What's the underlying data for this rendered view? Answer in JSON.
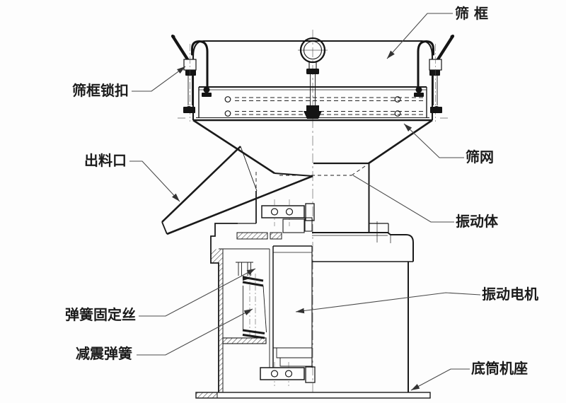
{
  "figure": {
    "type": "engineering-line-drawing",
    "subject": "vibrating sieve machine cross-section"
  },
  "labels": {
    "sieve_frame": "筛框",
    "frame_clamp": "筛框锁扣",
    "discharge_outlet": "出料口",
    "sieve_mesh": "筛网",
    "vibrating_body": "振动体",
    "vibration_motor": "振动电机",
    "spring_fixing_screw": "弹簧固定丝",
    "damping_spring": "减震弹簧",
    "base_cylinder": "底筒机座"
  },
  "colors": {
    "background": "#fdfdfd",
    "line": "#1a1a1a",
    "leader": "#4a4a4a"
  }
}
